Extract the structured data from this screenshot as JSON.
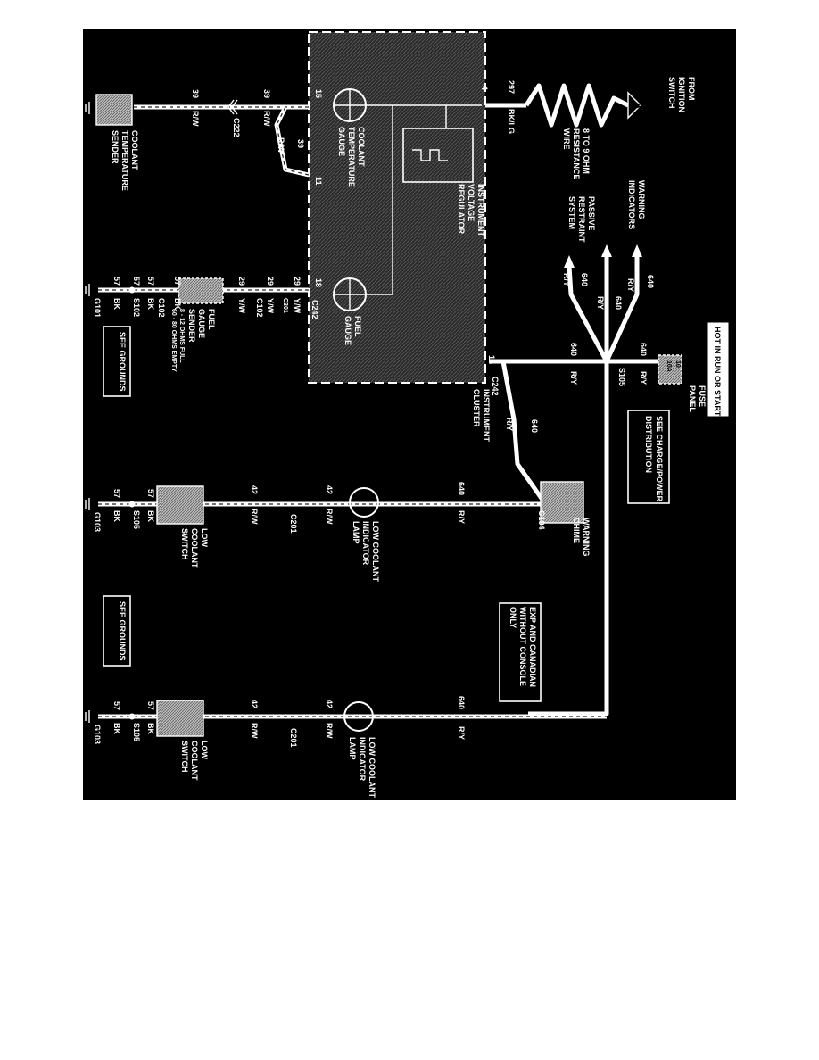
{
  "colors": {
    "background": "#000000",
    "ink": "#ffffff",
    "page": "#ffffff"
  },
  "labels": {
    "from_ignition_switch": [
      "FROM",
      "IGNITION",
      "SWITCH"
    ],
    "connector_a": "A",
    "wire_297": "297",
    "bk_lg": "BK/LG",
    "resistance_wire": [
      "8 TO 9 OHM",
      "RESISTANCE",
      "WIRE"
    ],
    "instrument_voltage_regulator": [
      "INSTRUMENT",
      "VOLTAGE",
      "REGULATOR"
    ],
    "warning_indicators": [
      "WARNING",
      "INDICATORS"
    ],
    "passive_restraint_system": [
      "PASSIVE",
      "RESTRAINT",
      "SYSTEM"
    ],
    "hot_in_run_or_start": "HOT IN RUN OR START",
    "fuse_panel": [
      "FUSE",
      "PANEL"
    ],
    "fuse_rating": "10A",
    "fuse_number": "10",
    "see_charge_power": [
      "SEE CHARGE/POWER",
      "DISTRIBUTION"
    ],
    "s105": "S105",
    "wire_640": "640",
    "r_y": "R/Y",
    "c242": "C242",
    "pin_14": "14",
    "pin_15": "15",
    "pin_18": "18",
    "pin_11": "11",
    "pin_4": "4",
    "instrument_cluster": [
      "INSTRUMENT",
      "CLUSTER"
    ],
    "coolant_temperature_gauge": [
      "COOLANT",
      "TEMPERATURE",
      "GAUGE"
    ],
    "fuel_gauge": [
      "FUEL",
      "GAUGE"
    ],
    "wire_39": "39",
    "r_w": "R/W",
    "c222": "C222",
    "coolant_temperature_sender": [
      "COOLANT",
      "TEMPERATURE",
      "SENDER"
    ],
    "wire_29": "29",
    "y_w": "Y/W",
    "c301": "C301",
    "c102": "C102",
    "wire_57": "57",
    "bk": "BK",
    "s102": "S102",
    "g101": "G101",
    "fuel_gauge_sender": [
      "FUEL",
      "GAUGE",
      "SENDER"
    ],
    "sender_ohms": [
      "8 - 12 OHMS FULL",
      "60 - 80 OHMS EMPTY"
    ],
    "see_grounds": "SEE GROUNDS",
    "warning_chime": [
      "WARNING",
      "CHIME"
    ],
    "c194": "C194",
    "wire_42": "42",
    "c201": "C201",
    "low_coolant_indicator_lamp": [
      "LOW COOLANT",
      "INDICATOR",
      "LAMP"
    ],
    "low_coolant_switch": [
      "LOW",
      "COOLANT",
      "SWITCH"
    ],
    "s105_lower": "S105",
    "g103": "G103",
    "exp_canadian": [
      "EXP AND CANADIAN",
      "WITHOUT CONSOLE",
      "ONLY"
    ]
  }
}
